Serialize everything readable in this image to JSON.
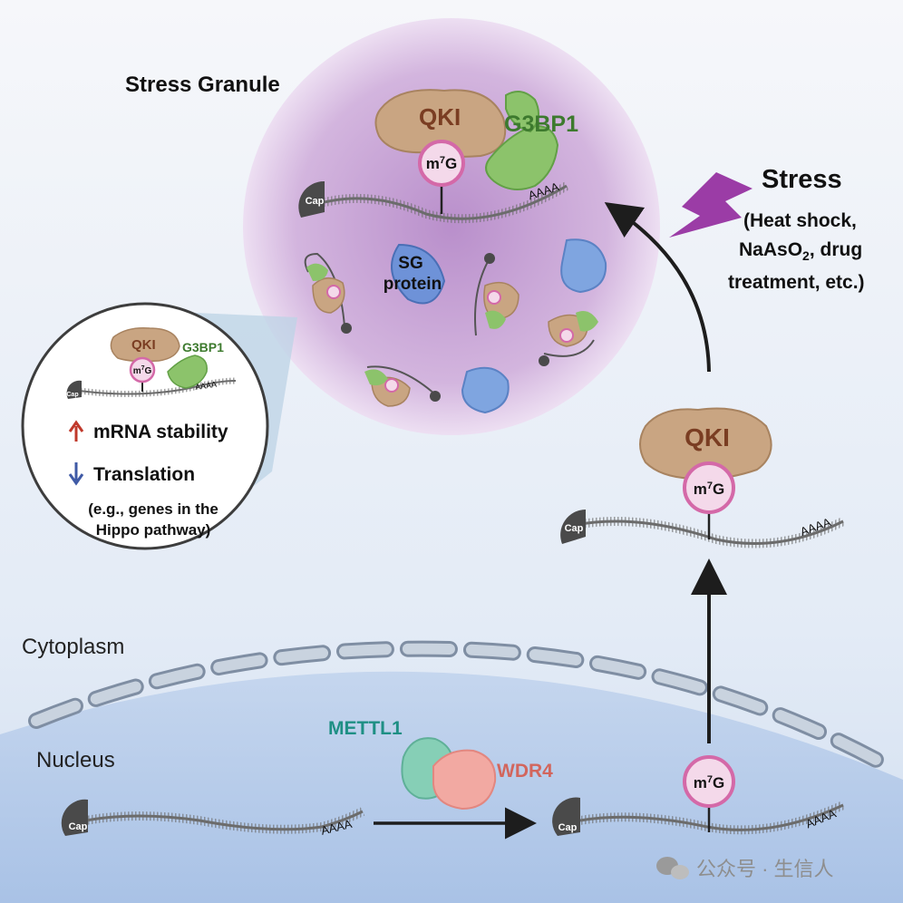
{
  "regions": {
    "stress_granule": "Stress Granule",
    "cytoplasm": "Cytoplasm",
    "nucleus": "Nucleus"
  },
  "proteins": {
    "qki": "QKI",
    "g3bp1": "G3BP1",
    "sg_protein_line1": "SG",
    "sg_protein_line2": "protein",
    "mettl1": "METTL1",
    "wdr4": "WDR4"
  },
  "rna": {
    "cap": "Cap",
    "polya": "AAAA",
    "m7g_base": "m",
    "m7g_sup": "7",
    "m7g_end": "G"
  },
  "stress": {
    "title": "Stress",
    "detail_line1": "(Heat shock,",
    "detail_line2_a": "NaAsO",
    "detail_line2_sub": "2",
    "detail_line2_b": ", drug",
    "detail_line3": "treatment, etc.)"
  },
  "inset": {
    "effect1": "mRNA stability",
    "effect2": "Translation",
    "note_line1": "(e.g., genes in the",
    "note_line2": "Hippo pathway)"
  },
  "watermark": "公众号 · 生信人",
  "colors": {
    "qki_text": "#7a3d22",
    "g3bp1_text": "#3d7a2e",
    "mettl1_text": "#1e8f84",
    "wdr4_text": "#d2665d",
    "granule": "#c9a6d6",
    "lightning": "#9b3ca6",
    "up_arrow": "#c0392b",
    "down_arrow": "#3f5aa6"
  }
}
